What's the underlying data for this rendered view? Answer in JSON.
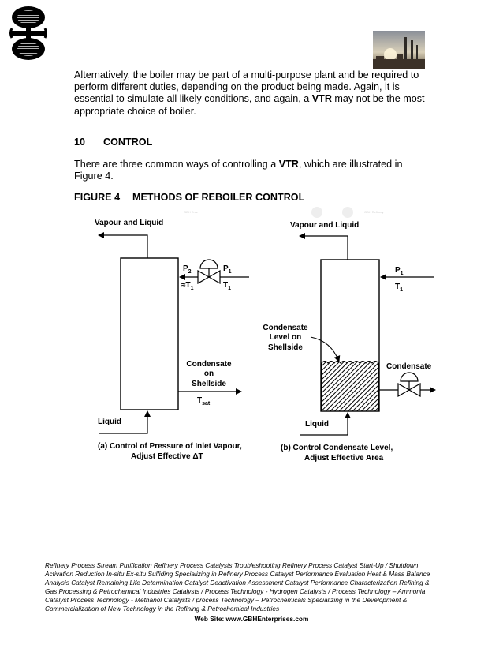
{
  "header": {
    "logo_icon": "gbh-logo-icon",
    "photo_icon": "refinery-photo-icon"
  },
  "intro": {
    "pre": "Alternatively, the boiler may be part of a multi-purpose plant and be required to perform different duties, depending on the product being made. Again, it is essential to simulate all likely conditions, and again, a ",
    "bold": "VTR",
    "post": " may not be the most appropriate choice of boiler."
  },
  "section": {
    "number": "10",
    "title": "CONTROL"
  },
  "control_para": {
    "pre": "There are three common ways of controlling a ",
    "bold": "VTR",
    "post": ", which are illustrated in Figure 4."
  },
  "figure": {
    "label": "FIGURE 4",
    "title": "METHODS OF REBOILER CONTROL",
    "watermarks": [
      "GBH Ente",
      "GBH Refinery"
    ],
    "left": {
      "vapour_liquid": "Vapour and Liquid",
      "p_main": "P",
      "p2_sub": "2",
      "p1_main": "P",
      "p1_sub": "1",
      "approx_t": "≈T",
      "approx_t_sub": "1",
      "t1_main": "T",
      "t1_sub": "1",
      "condensate_lines": [
        "Condensate",
        "on",
        "Shellside"
      ],
      "tsat_main": "T",
      "tsat_sub": "sat",
      "liquid": "Liquid",
      "caption_lines": [
        "(a)  Control of Pressure of Inlet Vapour,",
        "Adjust Effective  ΔT"
      ]
    },
    "right": {
      "vapour_liquid": "Vapour and Liquid",
      "p1_main": "P",
      "p1_sub": "1",
      "t1_main": "T",
      "t1_sub": "1",
      "level_lines": [
        "Condensate",
        "Level on",
        "Shellside"
      ],
      "condensate": "Condensate",
      "liquid": "Liquid",
      "caption_lines": [
        "(b)  Control Condensate Level,",
        "Adjust Effective Area"
      ]
    }
  },
  "footer": {
    "text": "Refinery Process Stream Purification Refinery Process Catalysts Troubleshooting Refinery Process Catalyst Start-Up / Shutdown  Activation   Reduction  In-situ  Ex-situ Sulfiding Specializing in Refinery Process Catalyst Performance Evaluation Heat & Mass  Balance Analysis  Catalyst Remaining Life Determination  Catalyst Deactivation Assessment  Catalyst Performance Characterization  Refining  & Gas Processing &  Petrochemical Industries  Catalysts / Process Technology - Hydrogen  Catalysts / Process Technology – Ammonia  Catalyst Process Technology - Methanol  Catalysts / process Technology – Petrochemicals Specializing in the Development  & Commercialization of New Technology in the Refining &   Petrochemical Industries",
    "website": "Web Site: www.GBHEnterprises.com"
  }
}
